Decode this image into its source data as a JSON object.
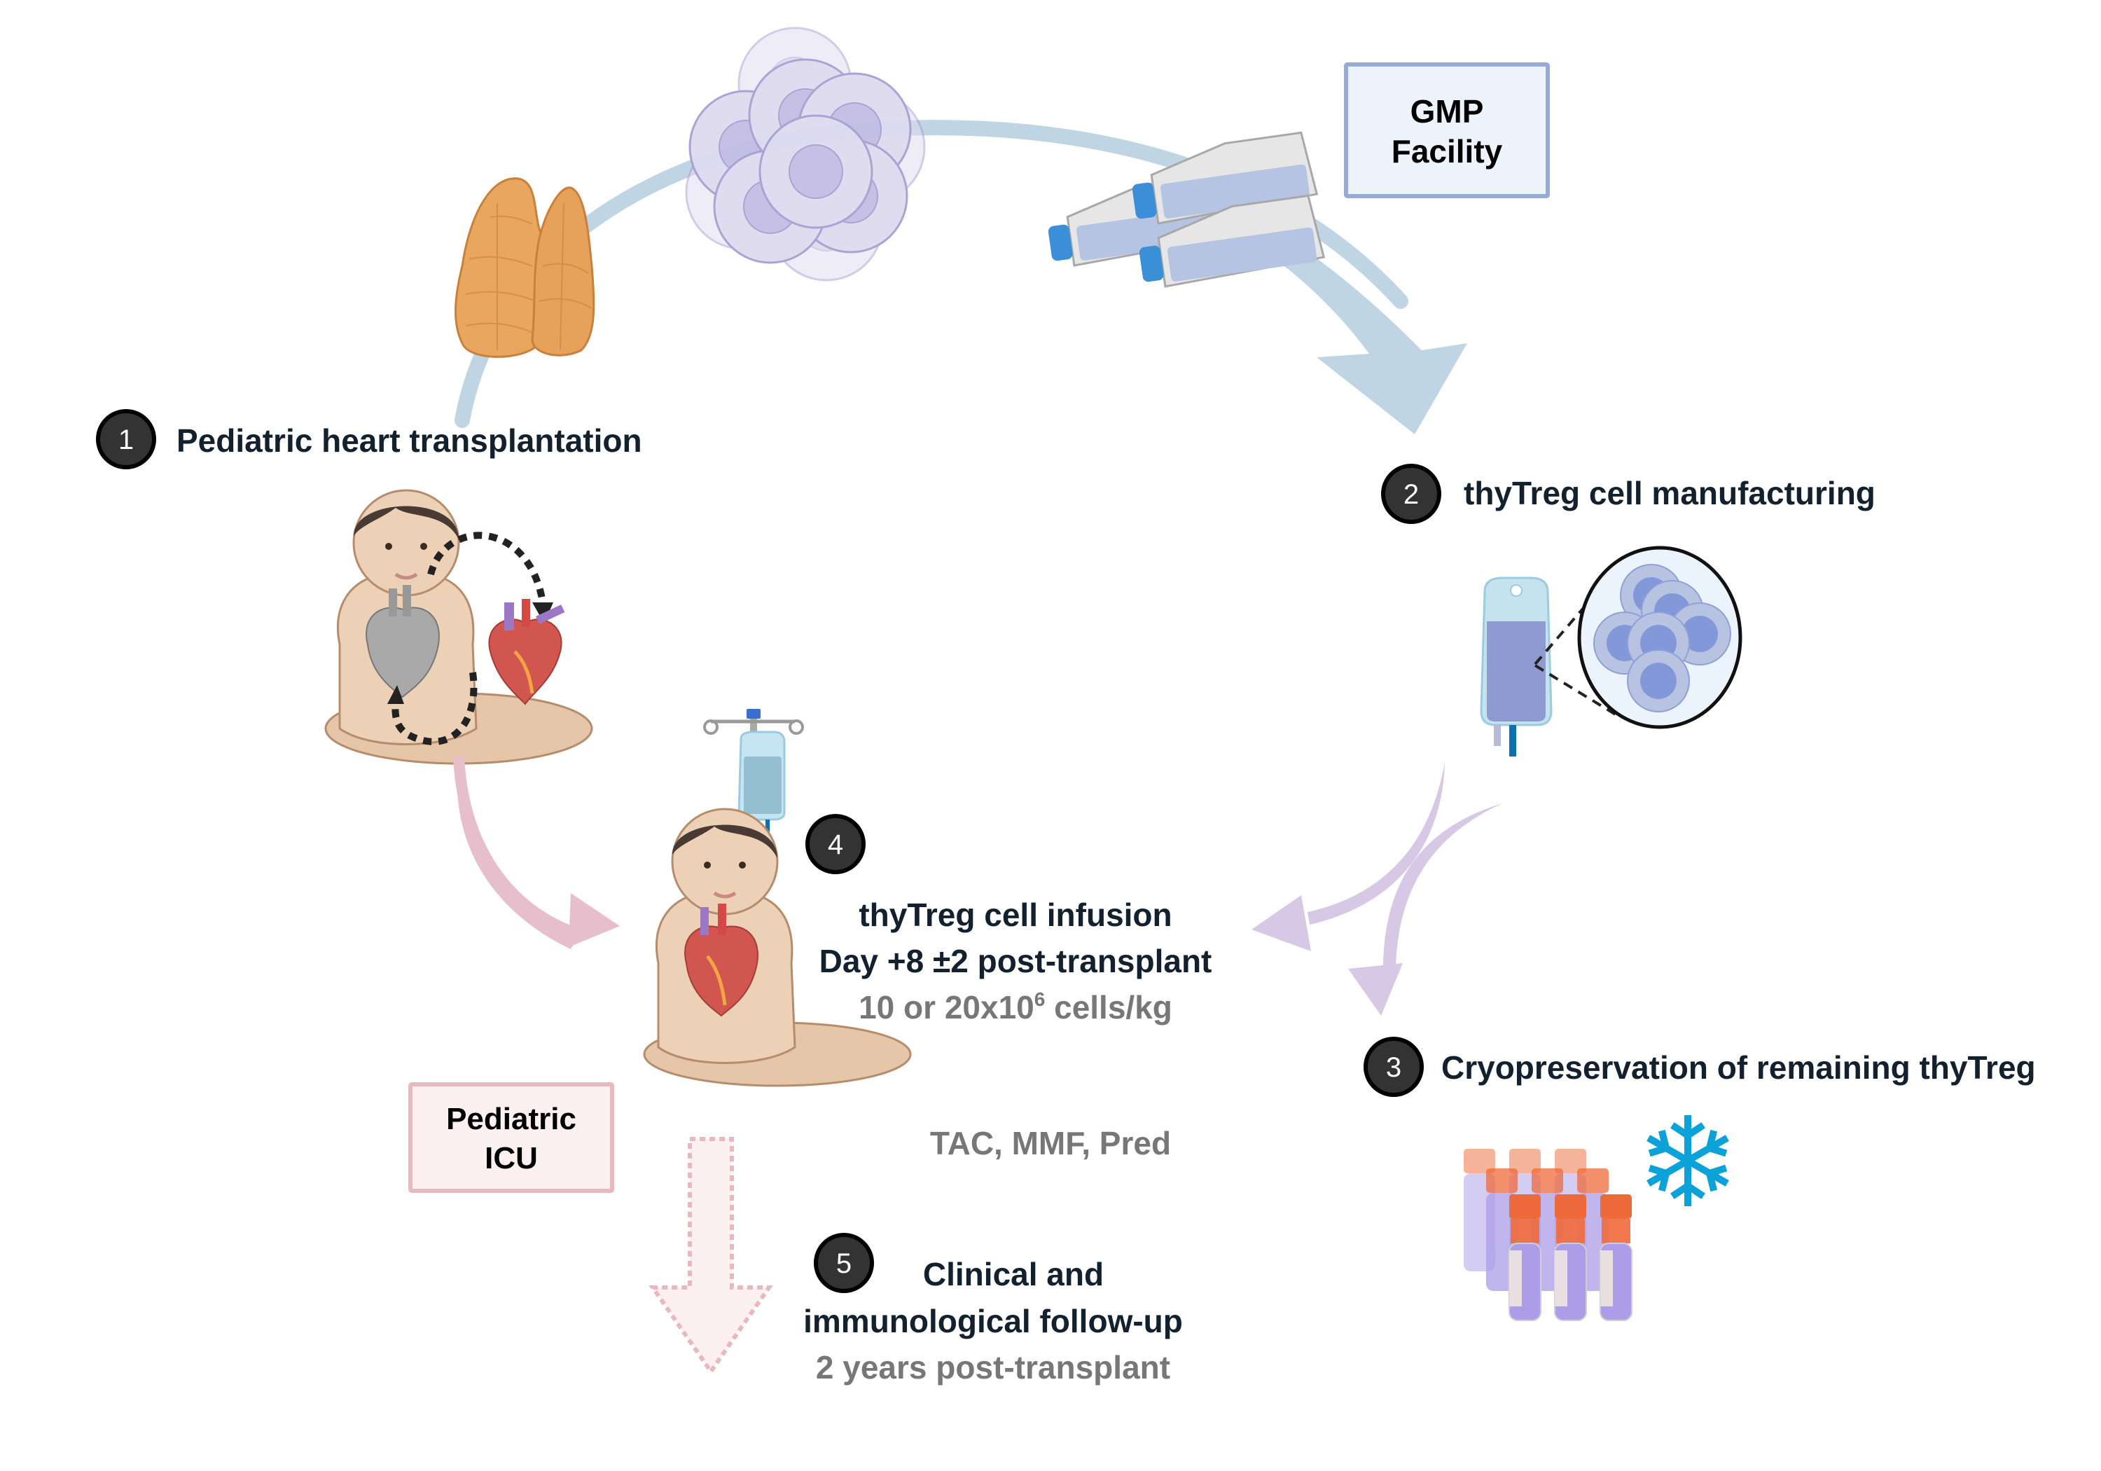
{
  "title": "thyTreg cell therapy in pediatric heart transplantation workflow",
  "colors": {
    "text_dark": "#13202e",
    "text_gray": "#777777",
    "badge_fill": "#333333",
    "badge_stroke": "#000000",
    "cycle_arrow": "#c0d5e4",
    "pink_arrow": "#e7becb",
    "purple_arrow": "#d7c8e6",
    "gmp_box_fill": "#ecf3fb",
    "gmp_box_stroke": "#97abd5",
    "icu_box_fill": "#fdf0f1",
    "icu_box_stroke": "#e8b8bf",
    "snowflake": "#0aa2d8",
    "vial_cap": "#ef6a3a",
    "vial_liquid": "#ab9de8",
    "thymus": "#e8a65e"
  },
  "steps": [
    {
      "number": "1",
      "label": "Pediatric heart transplantation"
    },
    {
      "number": "2",
      "label": "thyTreg cell manufacturing"
    },
    {
      "number": "3",
      "label": "Cryopreservation of remaining thyTreg"
    },
    {
      "number": "4",
      "label": "thyTreg cell infusion",
      "detail_1": "Day +8 ±2 post-transplant",
      "detail_2_prefix": "10 or 20x10",
      "detail_2_sup": "6",
      "detail_2_suffix": " cells/kg"
    },
    {
      "number": "5",
      "label_line1": "Clinical and",
      "label_line2": "immunological follow-up",
      "detail": "2 years post-transplant"
    }
  ],
  "boxes": {
    "gmp": {
      "line1": "GMP",
      "line2": "Facility"
    },
    "icu": {
      "line1": "Pediatric",
      "line2": "ICU"
    }
  },
  "medication_text": "TAC, MMF, Pred",
  "icons": {
    "thymus": "thymus-icon",
    "cells_cluster": "cell-cluster-icon",
    "culture_flasks": "culture-flask-icon",
    "baby_transplant": "baby-icon",
    "donor_heart": "heart-icon",
    "infusion_bag": "infusion-bag-icon",
    "magnified_cells": "magnified-cells-icon",
    "iv_pole": "iv-pole-icon",
    "cryovials": "cryovial-icon",
    "snowflake": "snowflake-icon"
  }
}
